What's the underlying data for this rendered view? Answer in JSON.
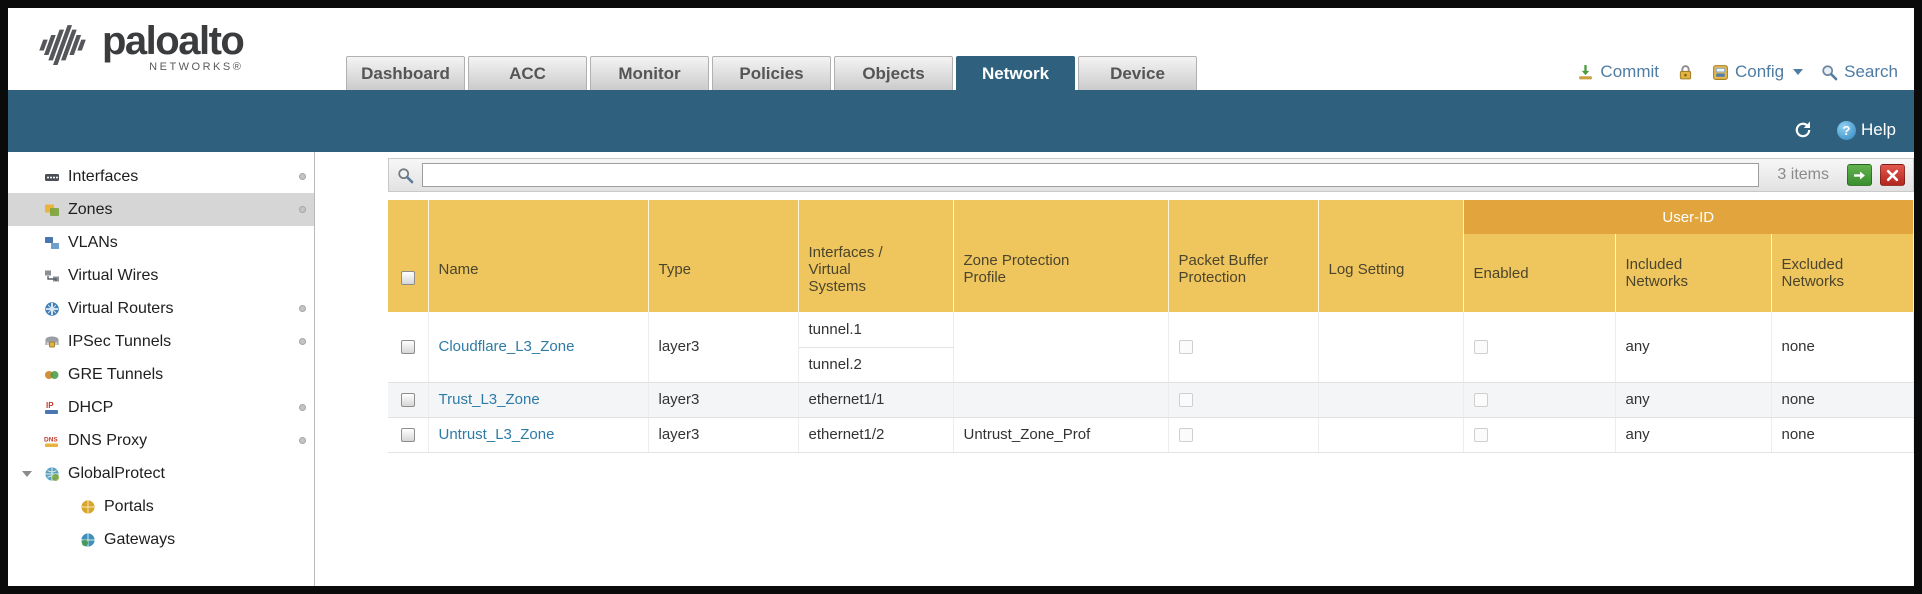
{
  "header": {
    "brand": "paloalto",
    "brand_sub": "NETWORKS®",
    "tabs": [
      {
        "label": "Dashboard",
        "active": false
      },
      {
        "label": "ACC",
        "active": false
      },
      {
        "label": "Monitor",
        "active": false
      },
      {
        "label": "Policies",
        "active": false
      },
      {
        "label": "Objects",
        "active": false
      },
      {
        "label": "Network",
        "active": true
      },
      {
        "label": "Device",
        "active": false
      }
    ],
    "commit_label": "Commit",
    "config_label": "Config",
    "search_label": "Search"
  },
  "subheader": {
    "help_label": "Help"
  },
  "sidebar": {
    "items": [
      {
        "label": "Interfaces",
        "icon": "interfaces-icon",
        "dot": true,
        "selected": false
      },
      {
        "label": "Zones",
        "icon": "zones-icon",
        "dot": true,
        "selected": true
      },
      {
        "label": "VLANs",
        "icon": "vlans-icon",
        "dot": false,
        "selected": false
      },
      {
        "label": "Virtual Wires",
        "icon": "virtual-wires-icon",
        "dot": false,
        "selected": false
      },
      {
        "label": "Virtual Routers",
        "icon": "virtual-routers-icon",
        "dot": true,
        "selected": false
      },
      {
        "label": "IPSec Tunnels",
        "icon": "ipsec-tunnels-icon",
        "dot": true,
        "selected": false
      },
      {
        "label": "GRE Tunnels",
        "icon": "gre-tunnels-icon",
        "dot": false,
        "selected": false
      },
      {
        "label": "DHCP",
        "icon": "dhcp-icon",
        "dot": true,
        "selected": false
      },
      {
        "label": "DNS Proxy",
        "icon": "dns-proxy-icon",
        "dot": true,
        "selected": false
      },
      {
        "label": "GlobalProtect",
        "icon": "globalprotect-icon",
        "dot": false,
        "selected": false,
        "expanded": true
      },
      {
        "label": "Portals",
        "icon": "portals-icon",
        "dot": false,
        "selected": false,
        "indent": 1
      },
      {
        "label": "Gateways",
        "icon": "gateways-icon",
        "dot": false,
        "selected": false,
        "indent": 1
      }
    ]
  },
  "filterbar": {
    "count": "3 items"
  },
  "table": {
    "group_header": "User-ID",
    "columns": {
      "name": "Name",
      "type": "Type",
      "interfaces": "Interfaces /\nVirtual\nSystems",
      "zone_protection": "Zone Protection\nProfile",
      "packet_buffer": "Packet Buffer\nProtection",
      "log_setting": "Log Setting",
      "enabled": "Enabled",
      "included": "Included\nNetworks",
      "excluded": "Excluded\nNetworks"
    },
    "rows": [
      {
        "name": "Cloudflare_L3_Zone",
        "type": "layer3",
        "interfaces": [
          "tunnel.1",
          "tunnel.2"
        ],
        "zone_protection_profile": "",
        "log_setting": "",
        "included_networks": "any",
        "excluded_networks": "none"
      },
      {
        "name": "Trust_L3_Zone",
        "type": "layer3",
        "interfaces": [
          "ethernet1/1"
        ],
        "zone_protection_profile": "",
        "log_setting": "",
        "included_networks": "any",
        "excluded_networks": "none"
      },
      {
        "name": "Untrust_L3_Zone",
        "type": "layer3",
        "interfaces": [
          "ethernet1/2"
        ],
        "zone_protection_profile": "Untrust_Zone_Prof",
        "log_setting": "",
        "included_networks": "any",
        "excluded_networks": "none"
      }
    ]
  }
}
